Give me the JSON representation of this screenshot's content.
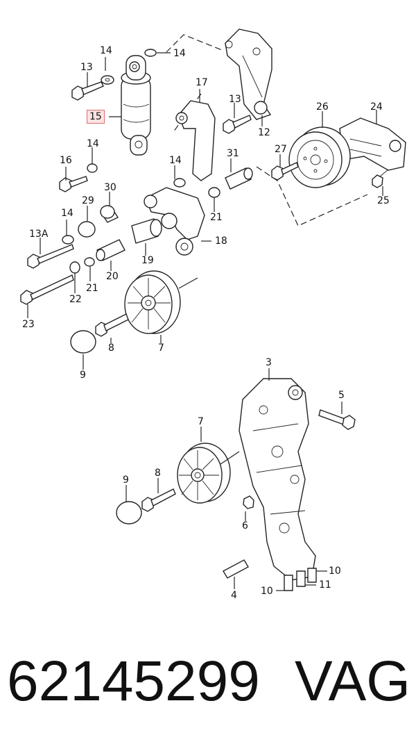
{
  "part_labels": {
    "l14a": "14",
    "l14b": "14",
    "l13a": "13",
    "l15": "15",
    "l17": "17",
    "l13b": "13",
    "l12": "12",
    "l26": "26",
    "l24": "24",
    "l16": "16",
    "l14c": "14",
    "l14d": "14",
    "l31": "31",
    "l27": "27",
    "l25": "25",
    "l30": "30",
    "l29": "29",
    "l14e": "14",
    "l21a": "21",
    "l13A": "13A",
    "l18": "18",
    "l19": "19",
    "l20": "20",
    "l21b": "21",
    "l22": "22",
    "l23": "23",
    "l8a": "8",
    "l7a": "7",
    "l9a": "9",
    "l3": "3",
    "l5": "5",
    "l7b": "7",
    "l9b": "9",
    "l8b": "8",
    "l6": "6",
    "l10a": "10",
    "l11": "11",
    "l10b": "10",
    "l4": "4"
  },
  "highlighted_part": "15",
  "footer": {
    "part_number": "62145299",
    "brand": "VAG"
  },
  "colors": {
    "highlight_fill": "#fde3e3",
    "highlight_border": "#e06a6a",
    "ink": "#222222"
  }
}
